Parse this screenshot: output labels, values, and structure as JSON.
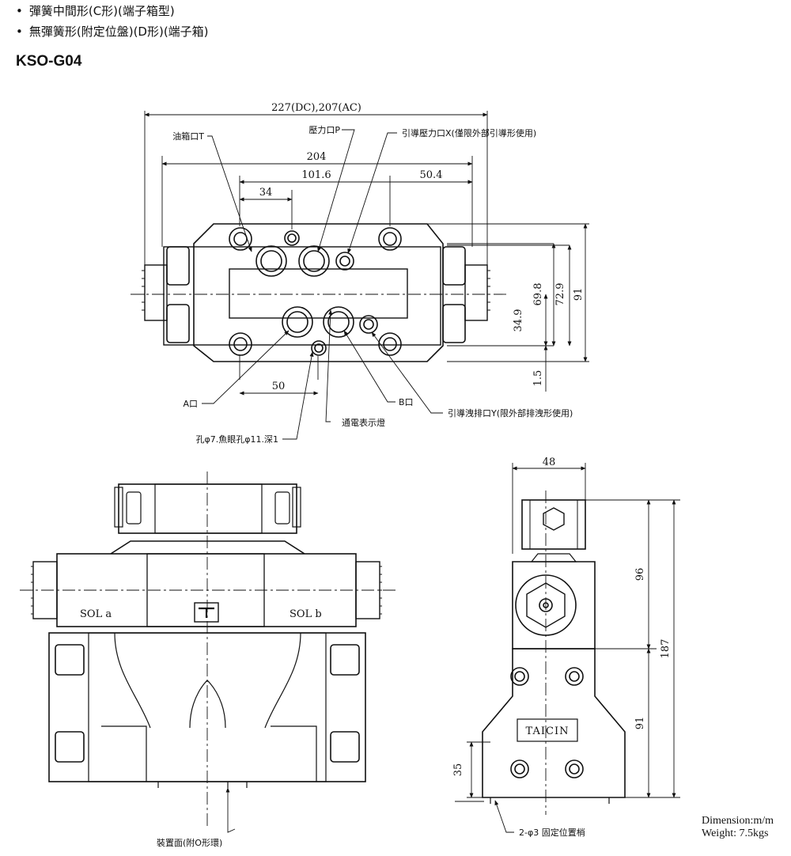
{
  "bullets": [
    "彈簧中間形(C形)(端子箱型)",
    "無彈簧形(附定位盤)(D形)(端子箱)"
  ],
  "model": "KSO-G04",
  "top_view": {
    "dims": {
      "overall": "227(DC),207(AC)",
      "d204": "204",
      "d101": "101.6",
      "d50_4": "50.4",
      "d34": "34",
      "d50": "50",
      "h34_9": "34.9",
      "h69_8": "69.8",
      "h72_9": "72.9",
      "h91": "91",
      "h1_5": "1.5"
    },
    "labels": {
      "tank": "油箱口T",
      "pressure": "壓力口P",
      "pilot_x": "引導壓力口X(僅限外部引導形使用)",
      "port_a": "A口",
      "port_b": "B口",
      "drain_y": "引導洩排口Y(限外部排洩形使用)",
      "lamp": "通電表示燈",
      "hole": "孔φ7.魚眼孔φ11.深1"
    }
  },
  "front_view": {
    "sol_a": "SOL a",
    "sol_b": "SOL b",
    "mount": "裝置面(附O形環)"
  },
  "side_view": {
    "d48": "48",
    "h96": "96",
    "h187": "187",
    "h91": "91",
    "h35": "35",
    "brand": "TAICIN",
    "pins": "2-φ3 固定位置梢"
  },
  "footer": {
    "dimension": "Dimension:m/m",
    "weight": "Weight: 7.5kgs"
  }
}
